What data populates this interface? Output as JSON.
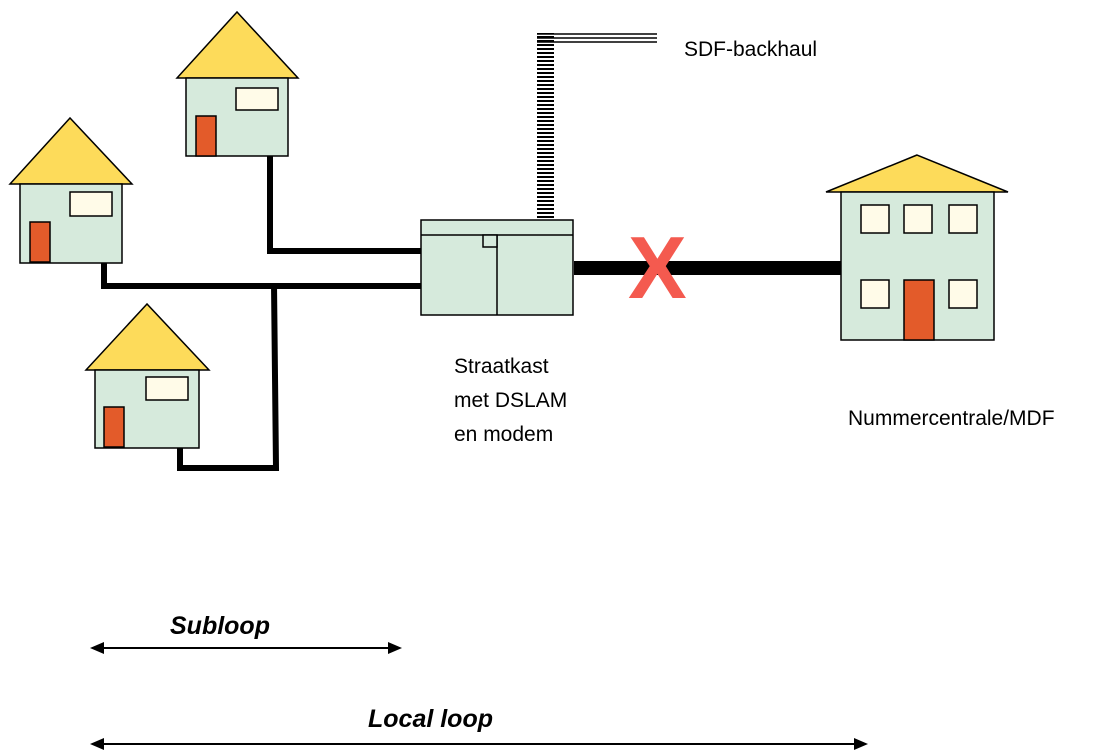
{
  "labels": {
    "backhaul": "SDF-backhaul",
    "cabinet": [
      "Straatkast",
      "met DSLAM",
      "en modem"
    ],
    "exchange": "Nummercentrale/MDF",
    "subloop": "Subloop",
    "local_loop": "Local loop",
    "cut_mark": "X"
  },
  "colors": {
    "roof": "#fddb5a",
    "wall": "#d6eadc",
    "door": "#e35b2a",
    "window": "#fffbe8",
    "line": "#000000",
    "cut_mark": "#f45a4f"
  }
}
